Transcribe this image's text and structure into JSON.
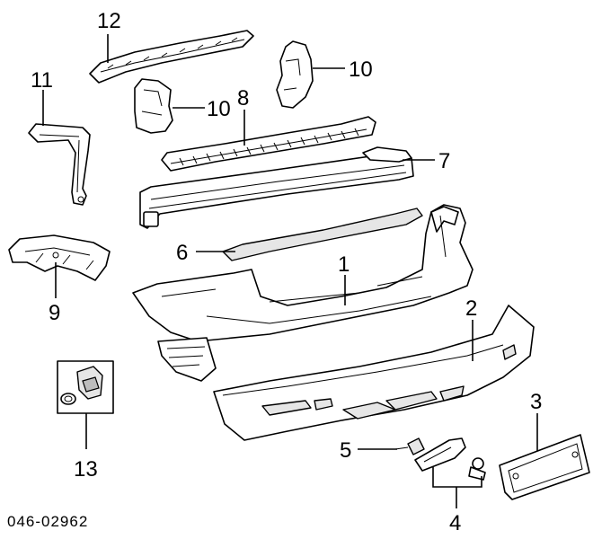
{
  "callouts": {
    "c1": "1",
    "c2": "2",
    "c3": "3",
    "c4": "4",
    "c5": "5",
    "c6": "6",
    "c7": "7",
    "c8": "8",
    "c9": "9",
    "c10a": "10",
    "c10b": "10",
    "c11": "11",
    "c12": "12",
    "c13": "13"
  },
  "diagram_code": "046-02962"
}
